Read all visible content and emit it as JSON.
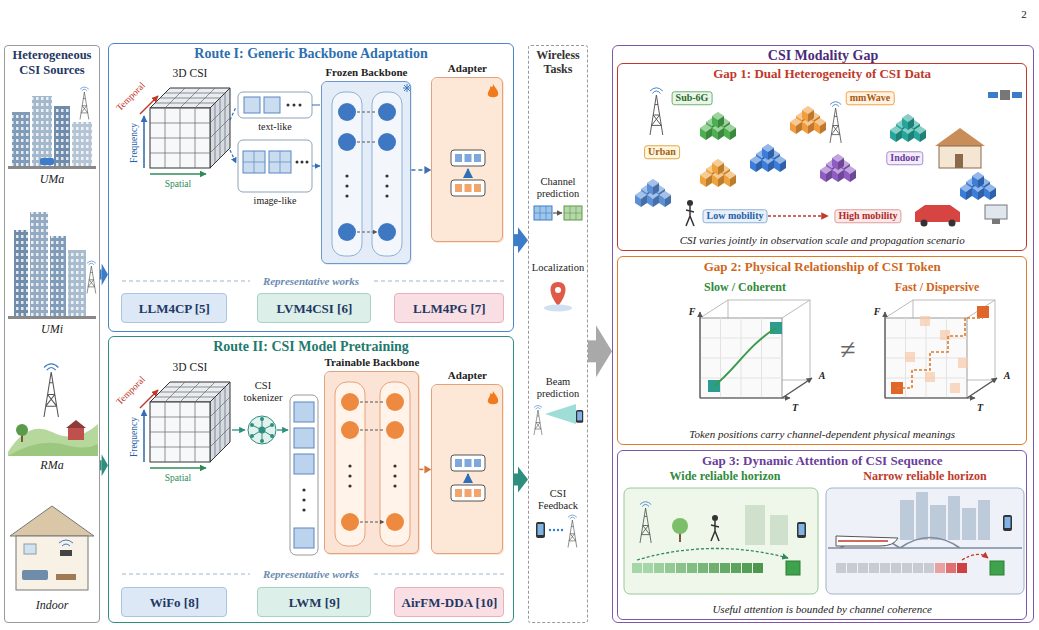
{
  "diagram": {
    "nodes": [
      {
        "text": [
          "Heterogeneous CSI Sources"
        ]
      },
      {
        "text": [
          "Route I: Generic Backbone Adaptation"
        ]
      },
      {
        "text": [
          "Frozen Backbone"
        ],
        "in": 1
      },
      {
        "text": [
          "Adapter"
        ],
        "in": 1
      },
      {
        "text": [
          "LLM4CP [5]"
        ],
        "in": 1
      },
      {
        "text": [
          "LVM4CSI [6]"
        ],
        "in": 1
      },
      {
        "text": [
          "LLM4PG [7]"
        ],
        "in": 1
      },
      {
        "text": [
          "Route II: CSI Model Pretraining"
        ]
      },
      {
        "text": [
          "Trainable Backbone"
        ],
        "in": 7
      },
      {
        "text": [
          "Adapter"
        ],
        "in": 7
      },
      {
        "text": [
          "WiFo [8]"
        ],
        "in": 7
      },
      {
        "text": [
          "LWM [9]"
        ],
        "in": 7
      },
      {
        "text": [
          "AirFM-DDA [10]"
        ],
        "in": 7
      },
      {
        "text": [
          "Wireless Tasks"
        ]
      },
      {
        "text": [
          "CSI Modality Gap"
        ]
      },
      {
        "text": [
          "Gap 1: Dual Heterogeneity of CSI Data",
          "CSI varies jointly in observation scale and propagation scenario"
        ],
        "in": 14
      },
      {
        "text": [
          "Gap 2: Physical Relationship of CSI Token",
          "Token positions carry channel-dependent physical meanings"
        ],
        "in": 14
      },
      {
        "text": [
          "Gap 3: Dynamic Attention of CSI Sequence",
          "Useful attention is bounded by channel coherence"
        ],
        "in": 14
      }
    ],
    "edges": [
      {
        "from": 0,
        "to": 1,
        "arrow": "to"
      },
      {
        "from": 0,
        "to": 7,
        "arrow": "to"
      },
      {
        "from": 2,
        "to": 3,
        "arrow": "to"
      },
      {
        "from": 1,
        "to": 13,
        "arrow": "to"
      },
      {
        "from": 8,
        "to": 9,
        "arrow": "to"
      },
      {
        "from": 7,
        "to": 13,
        "arrow": "to"
      },
      {
        "from": 13,
        "to": 14,
        "arrow": "to"
      }
    ],
    "labels": [
      "2",
      "UMa",
      "UMi",
      "RMa",
      "Indoor",
      "3D CSI",
      "Temporal",
      "Frequency",
      "Spatial",
      "text-like",
      "image-like",
      "Representative works",
      "3D CSI",
      "Temporal",
      "Frequency",
      "Spatial",
      "CSI tokenizer",
      "Representative works",
      "Channel prediction",
      "Localization",
      "Beam prediction",
      "CSI Feedback",
      "Sub-6G",
      "mmWave",
      "Urban",
      "Indoor",
      "Low mobility",
      "High mobility",
      "Slow / Coherent",
      "Fast / Dispersive",
      "F",
      "T",
      "A",
      "F",
      "T",
      "A",
      "≠",
      "Wide reliable horizon",
      "Narrow reliable horizon"
    ]
  }
}
